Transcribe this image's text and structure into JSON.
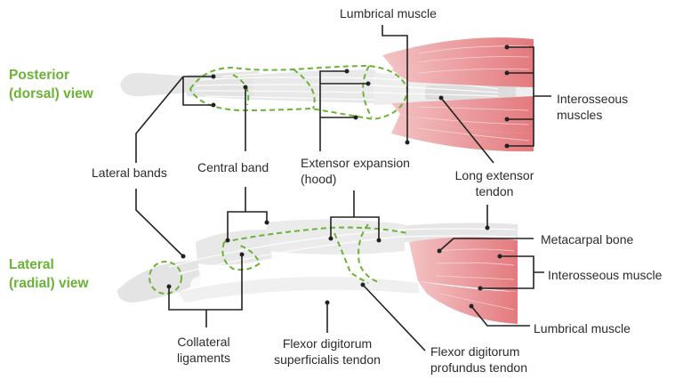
{
  "views": {
    "posterior_line1": "Posterior",
    "posterior_line2": "(dorsal) view",
    "lateral_line1": "Lateral",
    "lateral_line2": "(radial) view"
  },
  "labels": {
    "lumbrical_top": "Lumbrical muscle",
    "interosseous_top_1": "Interosseous",
    "interosseous_top_2": "muscles",
    "lateral_bands": "Lateral bands",
    "central_band": "Central band",
    "extensor_expansion_1": "Extensor expansion",
    "extensor_expansion_2": "(hood)",
    "long_extensor_1": "Long extensor",
    "long_extensor_2": "tendon",
    "metacarpal": "Metacarpal bone",
    "interosseous_bottom": "Interosseous muscle",
    "lumbrical_bottom": "Lumbrical muscle",
    "collateral_1": "Collateral",
    "collateral_2": "ligaments",
    "fds_1": "Flexor digitorum",
    "fds_2": "superficialis tendon",
    "fdp_1": "Flexor digitorum",
    "fdp_2": "profundus tendon"
  },
  "colors": {
    "accent_green": "#6ab335",
    "muscle": "#e88f92",
    "bone": "#e3e3e3",
    "tendon": "#f0f0f0",
    "leader": "#222222"
  }
}
